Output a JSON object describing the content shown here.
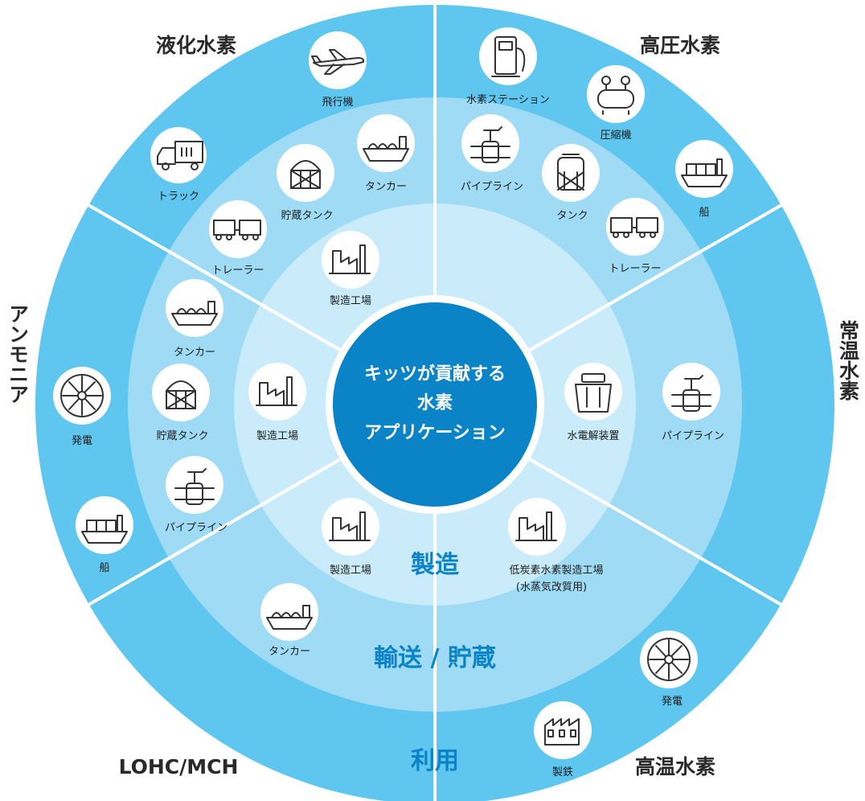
{
  "center": {
    "line1": "キッツが貢献する",
    "line2": "水素",
    "line3": "アプリケーション"
  },
  "rings": {
    "production": "製造",
    "transport": "輸送 / 貯蔵",
    "usage": "利用"
  },
  "segments": {
    "liquid": "液化水素",
    "highpressure": "高圧水素",
    "ammonia": "アンモニア",
    "ambient": "常温水素",
    "lohc": "LOHC/MCH",
    "hightemp": "高温水素"
  },
  "nodes": {
    "aircraft": "飛行機",
    "truck": "トラック",
    "tanker_lh_top": "タンカー",
    "storage_lh": "貯蔵タンク",
    "trailer_lh": "トレーラー",
    "factory_lh": "製造工場",
    "station": "水素ステーション",
    "compressor": "圧縮機",
    "pipeline_hp": "パイプライン",
    "tank_hp": "タンク",
    "ship_hp": "船",
    "trailer_hp": "トレーラー",
    "tanker_am": "タンカー",
    "storage_am": "貯蔵タンク",
    "factory_am": "製造工場",
    "power_am": "発電",
    "pipeline_am": "パイプライン",
    "ship_am": "船",
    "electrolyzer": "水電解装置",
    "pipeline_amb": "パイプライン",
    "factory_lohc": "製造工場",
    "lowcarbon_line1": "低炭素水素製造工場",
    "lowcarbon_line2": "(水蒸気改質用)",
    "tanker_lohc": "タンカー",
    "power_ht": "発電",
    "steel": "製鉄"
  },
  "colors": {
    "outer": "#5fc6f0",
    "middle": "#9fdbf5",
    "inner": "#c9ebfa",
    "core": "#0a84c6",
    "divider": "#ffffff",
    "icon": "#333333"
  }
}
